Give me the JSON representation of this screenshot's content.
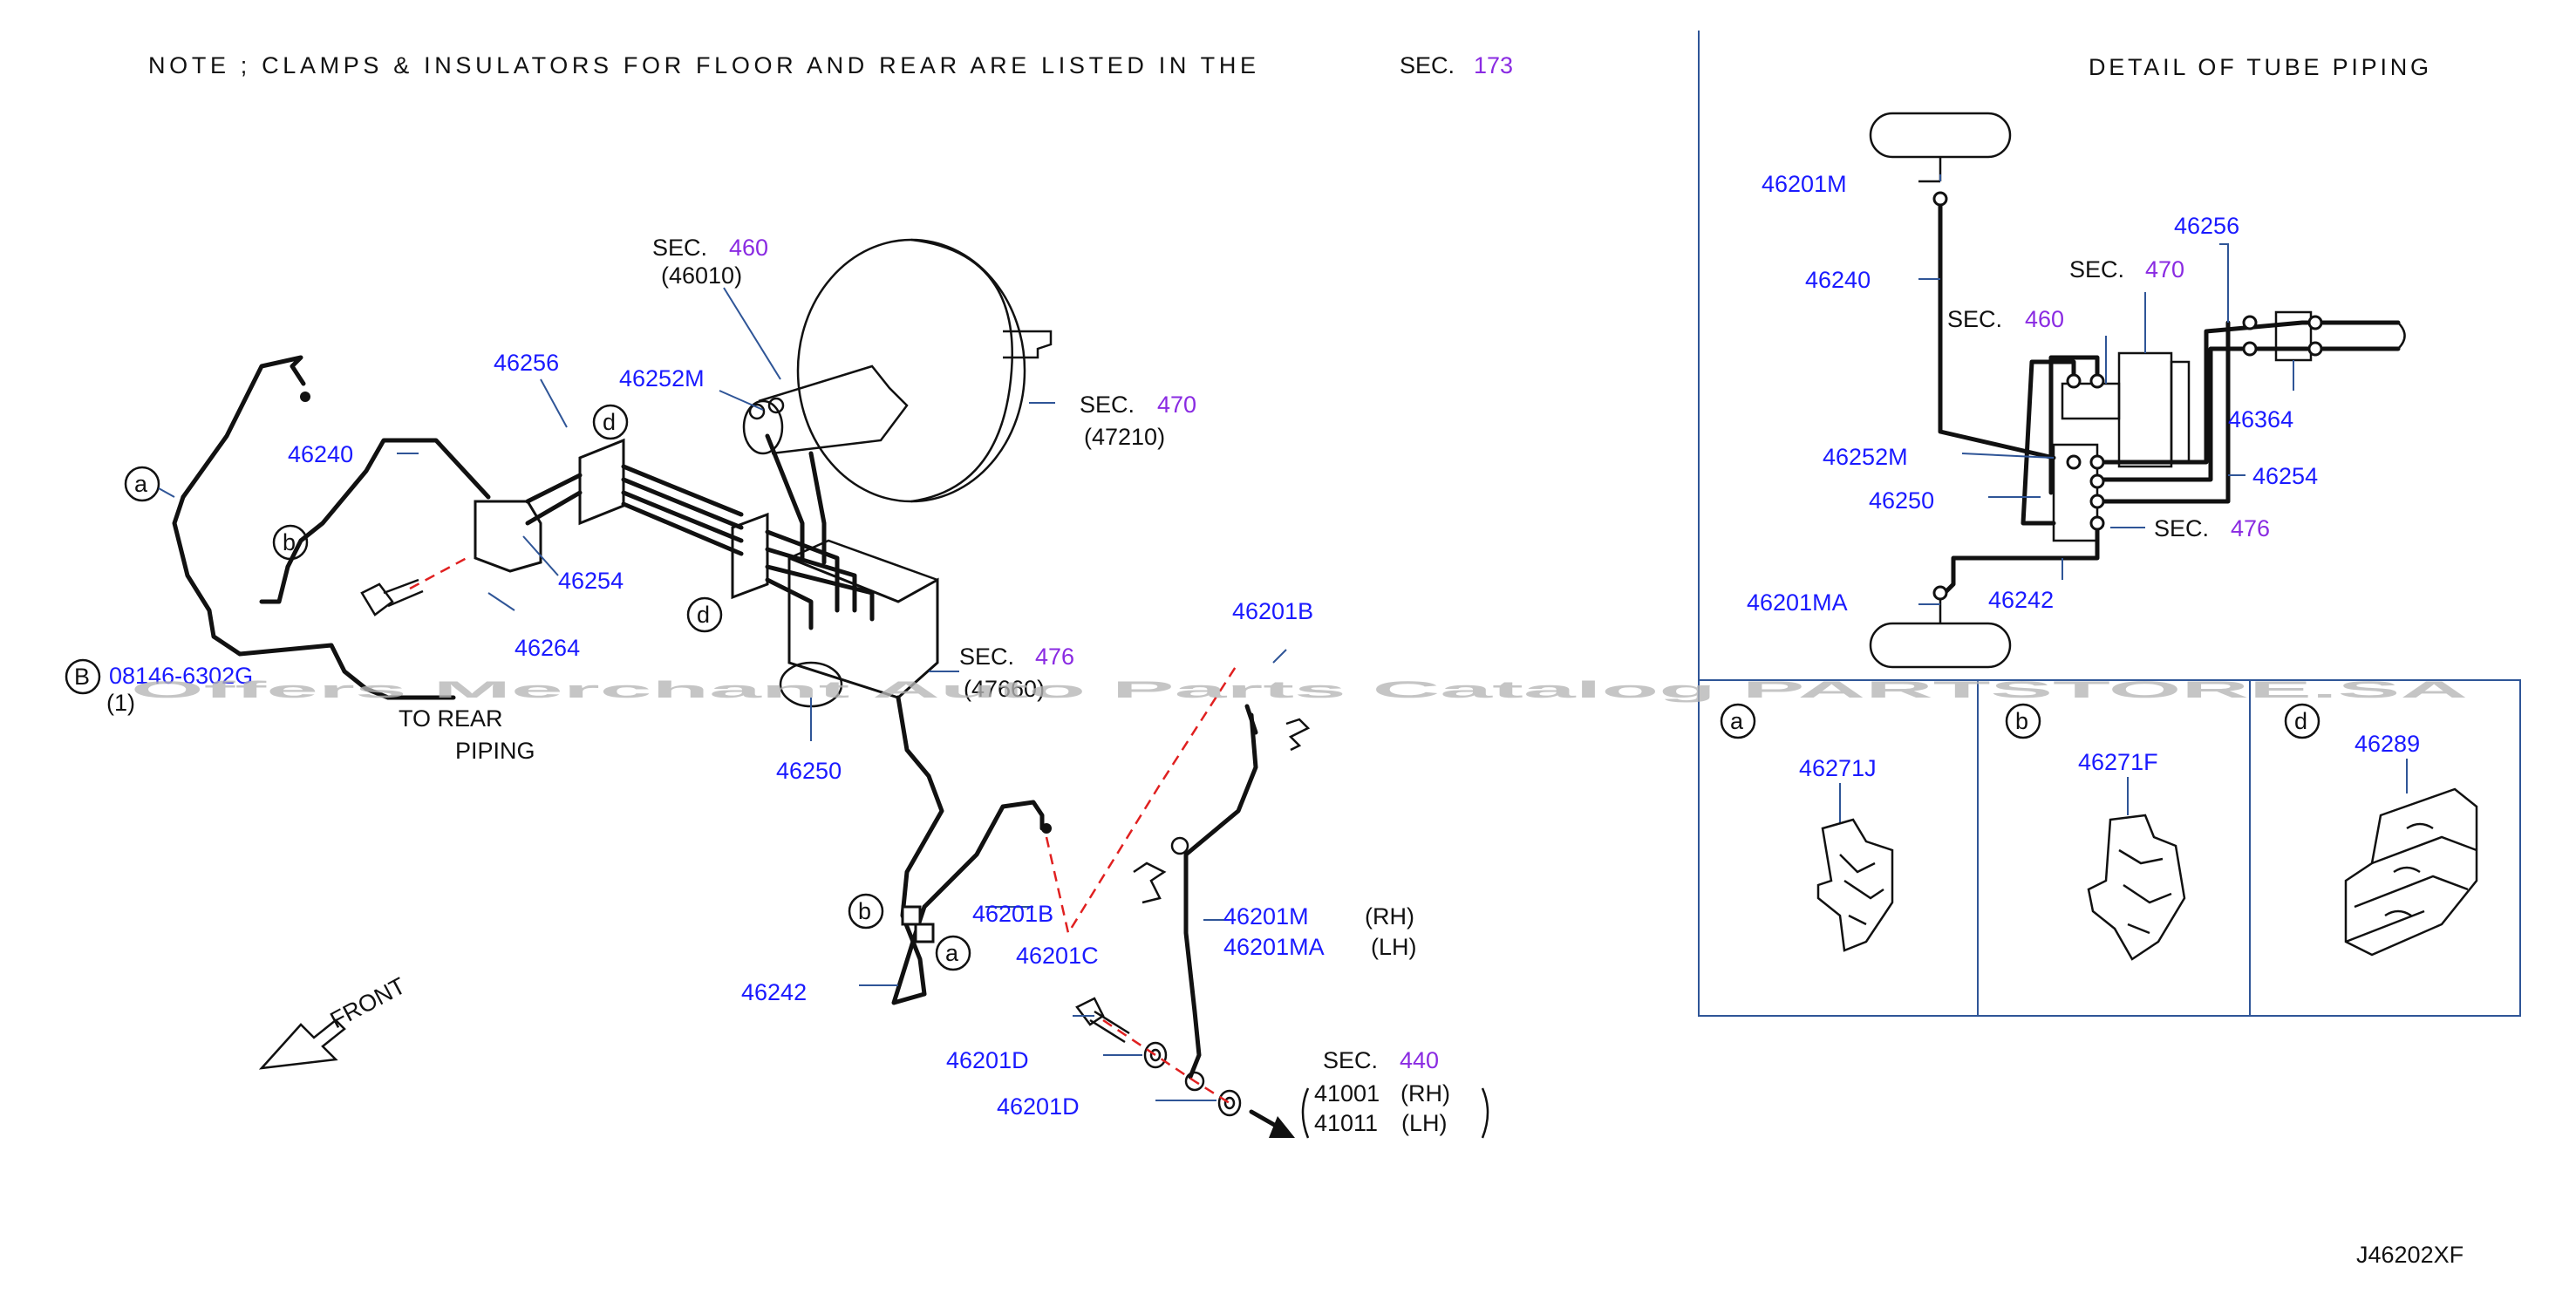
{
  "note": {
    "text": "NOTE ; CLAMPS & INSULATORS FOR FLOOR AND REAR ARE LISTED IN THE",
    "sec_prefix": "SEC.",
    "sec_number": "173"
  },
  "detail_title": "DETAIL OF TUBE PIPING",
  "drawing_code": "J46202XF",
  "watermark": "Offers Merchant Auto Parts Catalog PARTSTORE.SA",
  "main_labels": {
    "l46256": "46256",
    "l46240": "46240",
    "l46252M": "46252M",
    "l46254": "46254",
    "l46264": "46264",
    "l46250": "46250",
    "l46242": "46242",
    "l46201B_top": "46201B",
    "l46201B_bot": "46201B",
    "l46201M": "46201M",
    "l46201MA": "46201MA",
    "rh1": "(RH)",
    "lh1": "(LH)",
    "l46201C": "46201C",
    "l46201D_a": "46201D",
    "l46201D_b": "46201D",
    "bolt_code": "08146-6302G",
    "bolt_qty": "(1)",
    "to_rear_1": "TO  REAR",
    "to_rear_2": "PIPING",
    "front": "FRONT",
    "sec460_prefix": "SEC.",
    "sec460_num": "460",
    "sec460_sub": "(46010)",
    "sec470_prefix": "SEC.",
    "sec470_num": "470",
    "sec470_sub": "(47210)",
    "sec476_prefix": "SEC.",
    "sec476_num": "476",
    "sec476_sub": "(47660)",
    "sec440_prefix": "SEC.",
    "sec440_num": "440",
    "p41001": "41001",
    "p41011": "41011",
    "rh2": "(RH)",
    "lh2": "(LH)"
  },
  "callouts": {
    "a": "a",
    "b": "b",
    "d": "d",
    "B": "B"
  },
  "detail_labels": {
    "l46201M": "46201M",
    "l46240": "46240",
    "l46256": "46256",
    "sec470_prefix": "SEC.",
    "sec470_num": "470",
    "sec460_prefix": "SEC.",
    "sec460_num": "460",
    "l46364": "46364",
    "l46252M": "46252M",
    "l46254": "46254",
    "l46250": "46250",
    "sec476_prefix": "SEC.",
    "sec476_num": "476",
    "l46201MA": "46201MA",
    "l46242": "46242"
  },
  "insets": [
    {
      "letter": "a",
      "part": "46271J"
    },
    {
      "letter": "b",
      "part": "46271F"
    },
    {
      "letter": "d",
      "part": "46289"
    }
  ],
  "colors": {
    "part_label": "#1a1aff",
    "section_number": "#8a2be2",
    "leader": "#2f5597",
    "dashed_link": "#e02020"
  }
}
